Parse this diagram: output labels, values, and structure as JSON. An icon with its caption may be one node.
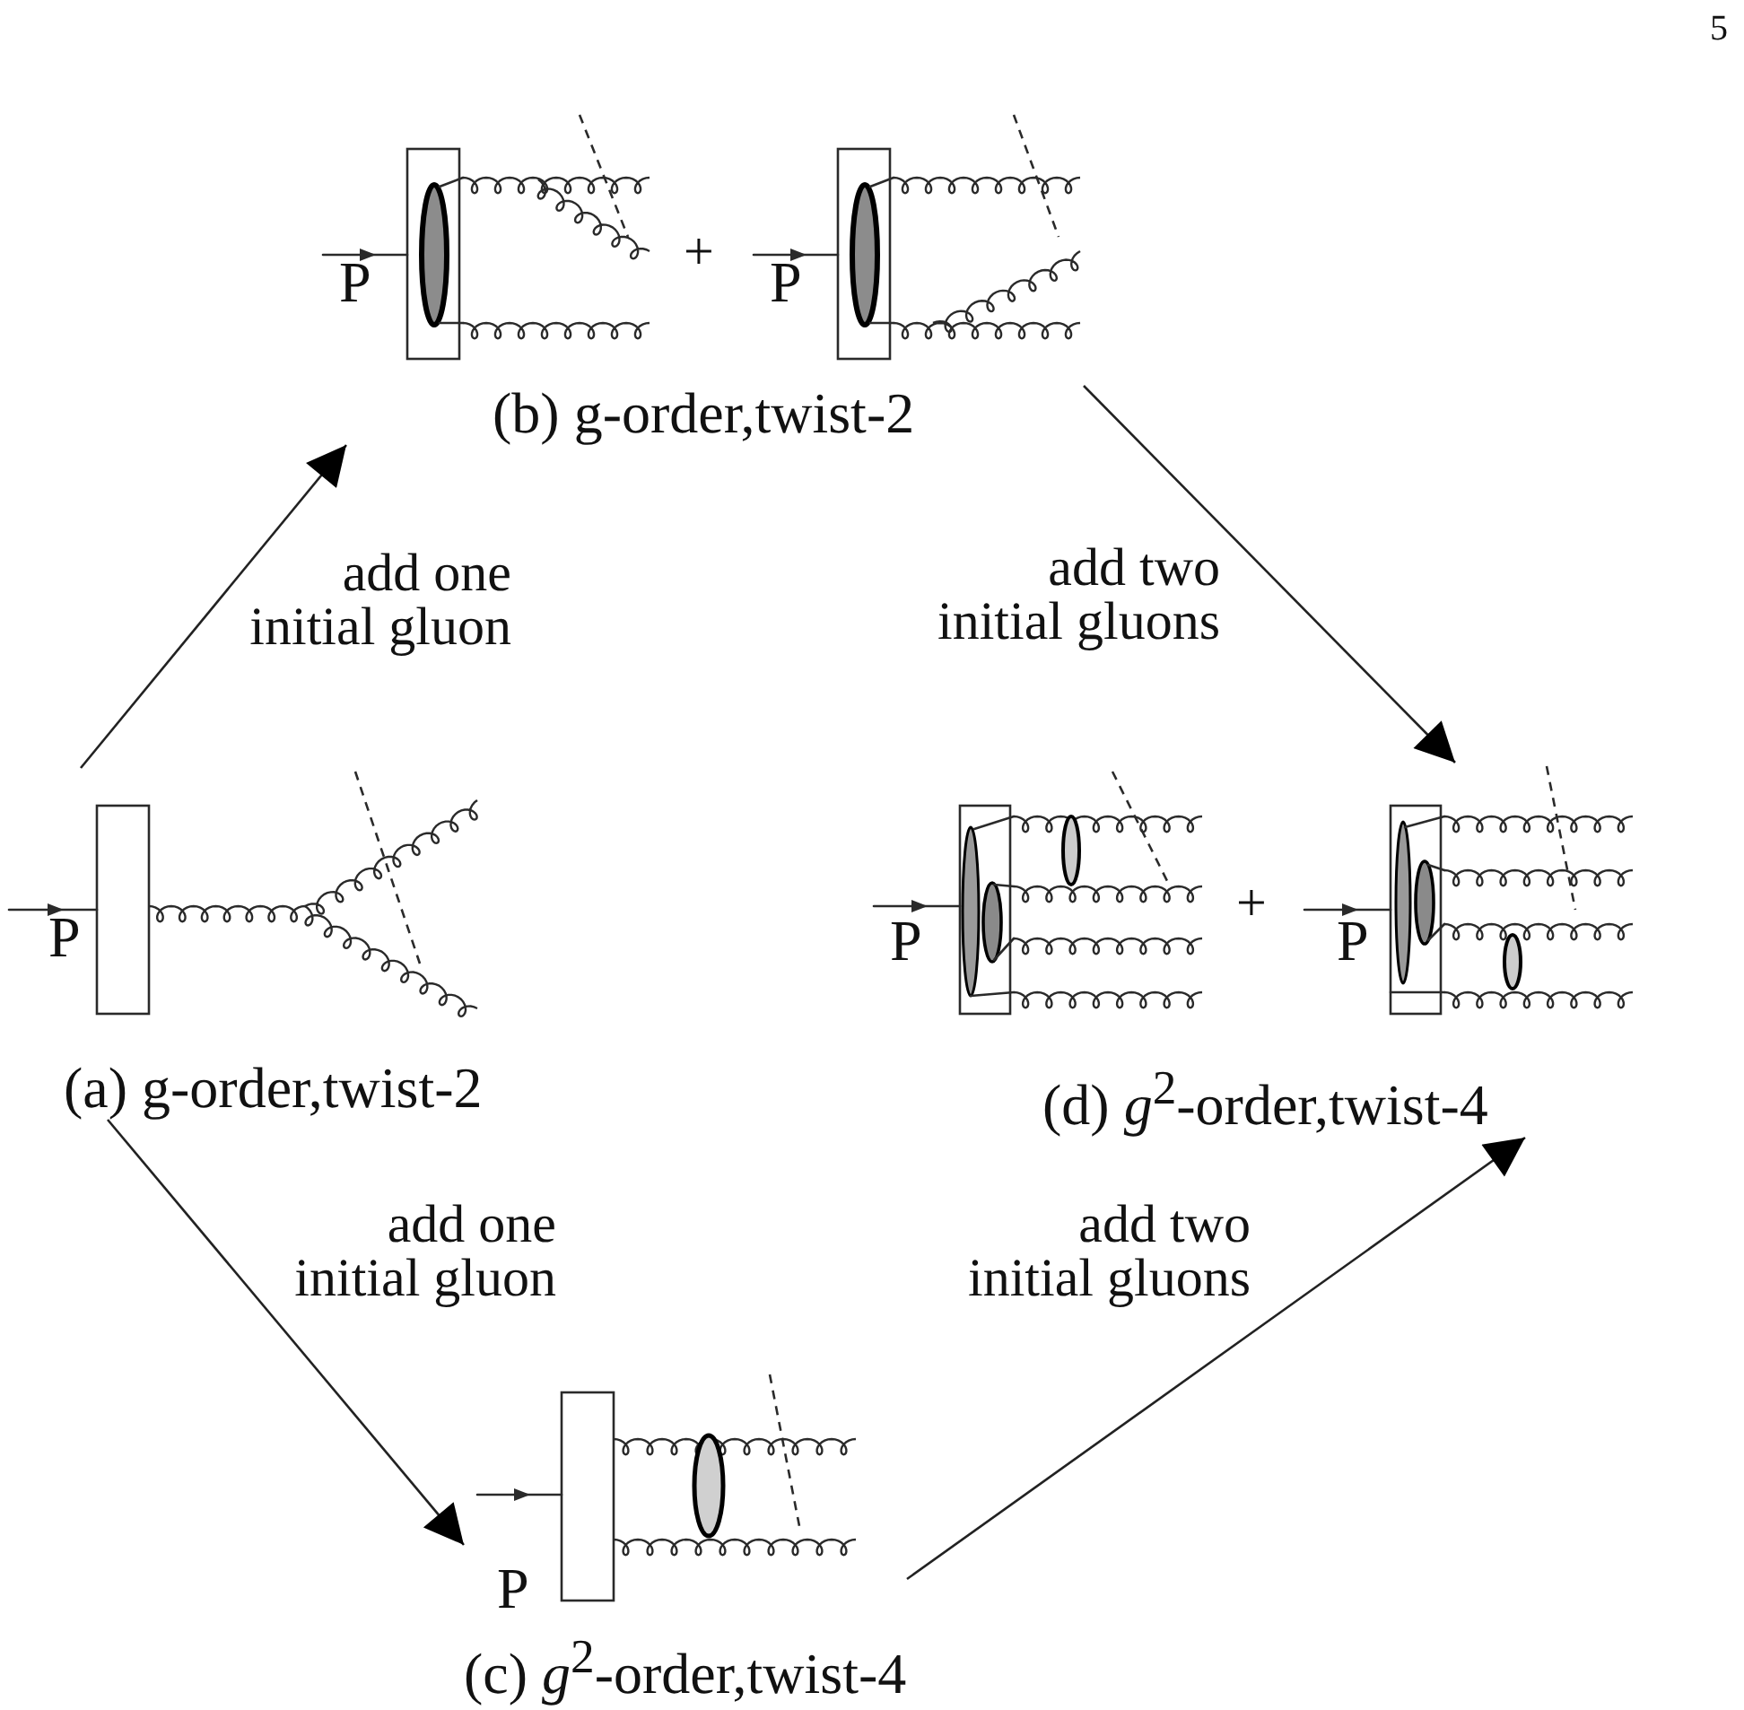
{
  "diagram": {
    "nodes": [
      {
        "text": [
          "(b) g-order,twist-2"
        ]
      },
      {
        "text": [
          "(a) g-order,twist-2"
        ]
      },
      {
        "text": [
          "(d) *g*$^{2}$-order,twist-4"
        ]
      },
      {
        "text": [
          "(c) *g*$^{2}$-order,twist-4"
        ]
      }
    ],
    "edges": [
      {
        "from": 1,
        "to": 0,
        "arrow": "to",
        "label": "add one initial gluon"
      },
      {
        "from": 0,
        "to": 2,
        "arrow": "to",
        "label": "add two initial gluons"
      },
      {
        "from": 1,
        "to": 3,
        "arrow": "to",
        "label": "add one initial gluon"
      },
      {
        "from": 3,
        "to": 2,
        "arrow": "to",
        "label": "add two initial gluons"
      }
    ],
    "labels": [
      "5",
      "P",
      "+",
      "P",
      "P",
      "P",
      "+",
      "P",
      "P"
    ]
  }
}
